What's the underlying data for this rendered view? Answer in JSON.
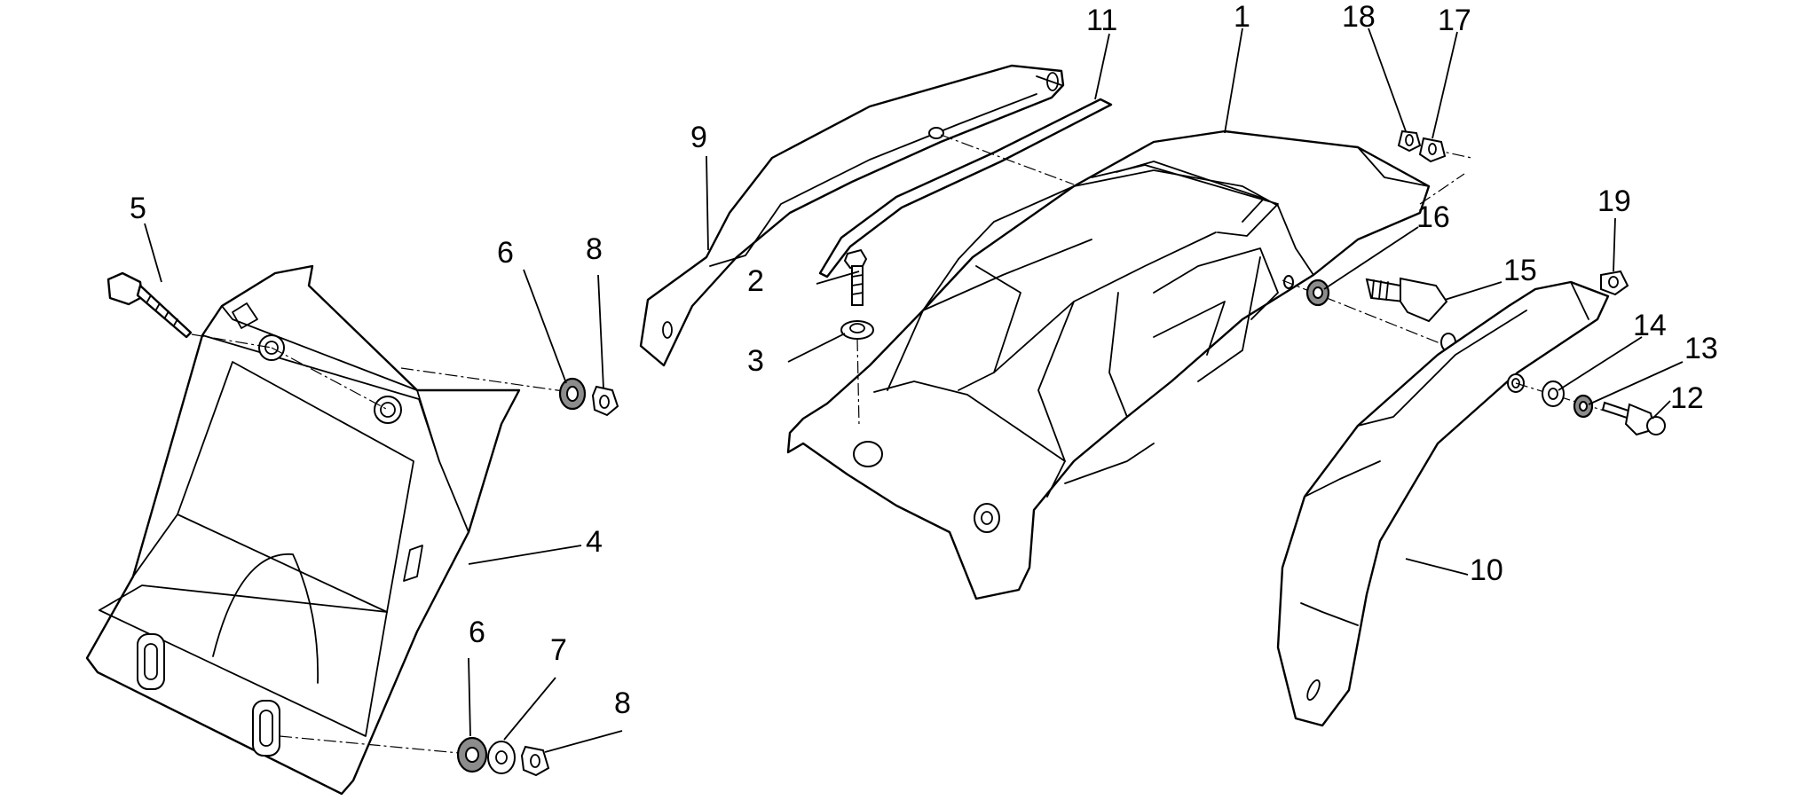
{
  "labels": {
    "n1": "1",
    "n2": "2",
    "n3": "3",
    "n4": "4",
    "n5": "5",
    "n6a": "6",
    "n6b": "6",
    "n7": "7",
    "n8a": "8",
    "n8b": "8",
    "n9": "9",
    "n10": "10",
    "n11": "11",
    "n12": "12",
    "n13": "13",
    "n14": "14",
    "n15": "15",
    "n16": "16",
    "n17": "17",
    "n18": "18",
    "n19": "19"
  }
}
